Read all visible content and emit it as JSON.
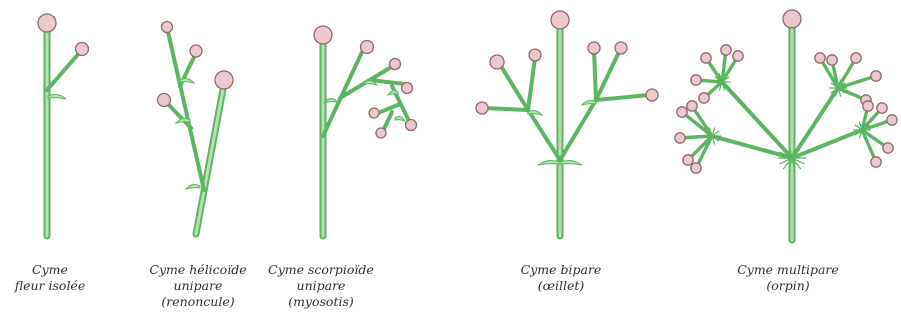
{
  "colors": {
    "stem_outline": "#5bb561",
    "stem_fill": "#b7e2b0",
    "flower_fill": "#edc9cf",
    "flower_outline": "#8c6a70",
    "text": "#2f2f2f"
  },
  "captions": [
    {
      "id": "isolee",
      "lines": [
        "Cyme",
        "fleur isolée"
      ]
    },
    {
      "id": "helicoide",
      "lines": [
        "Cyme hélicoïde",
        "unipare",
        "(renoncule)"
      ]
    },
    {
      "id": "scorpioide",
      "lines": [
        "Cyme scorpioïde",
        "unipare",
        "(myosotis)"
      ]
    },
    {
      "id": "bipare",
      "lines": [
        "Cyme bipare",
        "(œillet)"
      ]
    },
    {
      "id": "multipare",
      "lines": [
        "Cyme multipare",
        "(orpin)"
      ]
    }
  ]
}
